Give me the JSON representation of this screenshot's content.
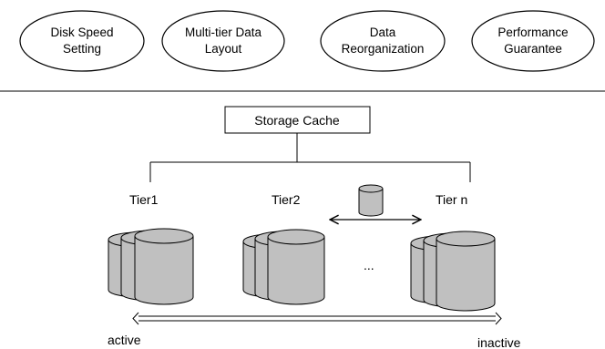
{
  "ovals": [
    {
      "line1": "Disk Speed",
      "line2": "Setting"
    },
    {
      "line1": "Multi-tier Data",
      "line2": "Layout"
    },
    {
      "line1": "Data",
      "line2": "Reorganization"
    },
    {
      "line1": "Performance",
      "line2": "Guarantee"
    }
  ],
  "cache": {
    "label": "Storage Cache"
  },
  "tiers": [
    {
      "label": "Tier1"
    },
    {
      "label": "Tier2"
    },
    {
      "label": "Tier n"
    }
  ],
  "ellipsis": "...",
  "axis": {
    "left_label": "active",
    "right_label": "inactive"
  },
  "colors": {
    "disk_fill": "#c0c0c0",
    "line": "#000000"
  }
}
